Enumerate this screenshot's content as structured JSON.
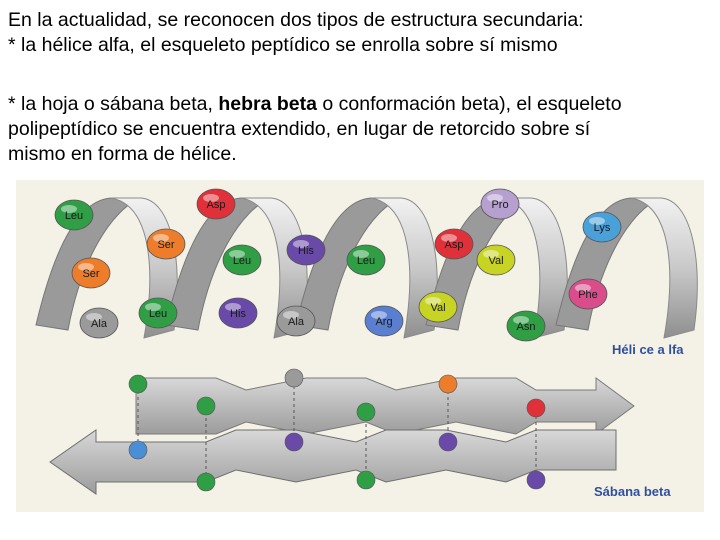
{
  "paragraph1": {
    "line1": "En la actualidad, se reconocen dos tipos de estructura secundaria:",
    "line2": "* la hélice alfa, el esqueleto peptídico se enrolla sobre sí mismo"
  },
  "paragraph2": {
    "line1_prefix": "* la hoja o sábana beta, ",
    "line1_bold": "hebra beta",
    "line1_suffix": " o conformación beta), el esqueleto",
    "line2": "polipeptídico se encuentra extendido, en lugar de retorcido sobre sí",
    "line3": "mismo en forma de hélice."
  },
  "figure": {
    "helix_label": "Héli ce a lfa",
    "sheet_label": "Sábana beta",
    "amino_acids": [
      {
        "label": "Leu",
        "color": "#2f9e45"
      },
      {
        "label": "Ser",
        "color": "#ee7d2b"
      },
      {
        "label": "Ala",
        "color": "#9a9a9a"
      },
      {
        "label": "Asp",
        "color": "#e0303a"
      },
      {
        "label": "Ser",
        "color": "#ee7d2b"
      },
      {
        "label": "Leu",
        "color": "#2f9e45"
      },
      {
        "label": "Leu",
        "color": "#2f9e45"
      },
      {
        "label": "His",
        "color": "#6a4aa8"
      },
      {
        "label": "His",
        "color": "#6a4aa8"
      },
      {
        "label": "Ala",
        "color": "#9a9a9a"
      },
      {
        "label": "Leu",
        "color": "#2f9e45"
      },
      {
        "label": "Arg",
        "color": "#5a7fd0"
      },
      {
        "label": "Asp",
        "color": "#e0303a"
      },
      {
        "label": "Val",
        "color": "#c8d424"
      },
      {
        "label": "Pro",
        "color": "#b6a0cf"
      },
      {
        "label": "Val",
        "color": "#c8d424"
      },
      {
        "label": "Asn",
        "color": "#2f9e45"
      },
      {
        "label": "Lys",
        "color": "#4aa0d8"
      },
      {
        "label": "Phe",
        "color": "#d94e8a"
      }
    ]
  }
}
